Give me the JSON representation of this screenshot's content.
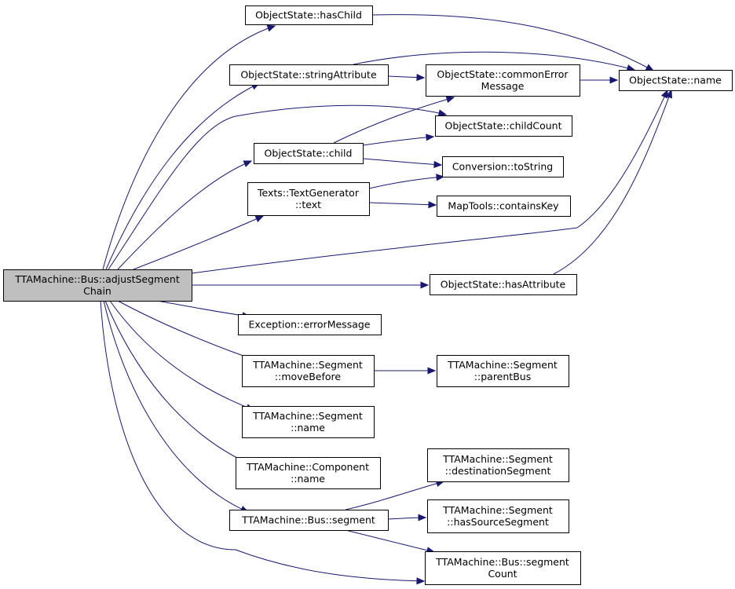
{
  "nodes": {
    "root": [
      "TTAMachine::Bus::adjustSegment",
      "Chain"
    ],
    "hasChild": [
      "ObjectState::hasChild"
    ],
    "stringAttribute": [
      "ObjectState::stringAttribute"
    ],
    "commonErrorMessage": [
      "ObjectState::commonError",
      "Message"
    ],
    "name": [
      "ObjectState::name"
    ],
    "childCount": [
      "ObjectState::childCount"
    ],
    "child": [
      "ObjectState::child"
    ],
    "toString": [
      "Conversion::toString"
    ],
    "textGen": [
      "Texts::TextGenerator",
      "::text"
    ],
    "containsKey": [
      "MapTools::containsKey"
    ],
    "hasAttribute": [
      "ObjectState::hasAttribute"
    ],
    "errorMessage": [
      "Exception::errorMessage"
    ],
    "moveBefore": [
      "TTAMachine::Segment",
      "::moveBefore"
    ],
    "parentBus": [
      "TTAMachine::Segment",
      "::parentBus"
    ],
    "segName": [
      "TTAMachine::Segment",
      "::name"
    ],
    "compName": [
      "TTAMachine::Component",
      "::name"
    ],
    "destSeg": [
      "TTAMachine::Segment",
      "::destinationSegment"
    ],
    "busSegment": [
      "TTAMachine::Bus::segment"
    ],
    "hasSourceSeg": [
      "TTAMachine::Segment",
      "::hasSourceSegment"
    ],
    "segCount": [
      "TTAMachine::Bus::segment",
      "Count"
    ]
  },
  "edges": [
    [
      "root",
      "hasChild"
    ],
    [
      "root",
      "stringAttribute"
    ],
    [
      "root",
      "commonErrorMessage"
    ],
    [
      "root",
      "child"
    ],
    [
      "root",
      "textGen"
    ],
    [
      "root",
      "name"
    ],
    [
      "root",
      "hasAttribute"
    ],
    [
      "root",
      "errorMessage"
    ],
    [
      "root",
      "moveBefore"
    ],
    [
      "root",
      "segName"
    ],
    [
      "root",
      "compName"
    ],
    [
      "root",
      "busSegment"
    ],
    [
      "root",
      "segCount"
    ],
    [
      "hasChild",
      "name"
    ],
    [
      "stringAttribute",
      "commonErrorMessage"
    ],
    [
      "stringAttribute",
      "name"
    ],
    [
      "commonErrorMessage",
      "name"
    ],
    [
      "child",
      "commonErrorMessage"
    ],
    [
      "child",
      "childCount"
    ],
    [
      "child",
      "toString"
    ],
    [
      "textGen",
      "toString"
    ],
    [
      "textGen",
      "containsKey"
    ],
    [
      "hasAttribute",
      "name"
    ],
    [
      "moveBefore",
      "parentBus"
    ],
    [
      "busSegment",
      "destSeg"
    ],
    [
      "busSegment",
      "hasSourceSeg"
    ],
    [
      "busSegment",
      "segCount"
    ]
  ]
}
